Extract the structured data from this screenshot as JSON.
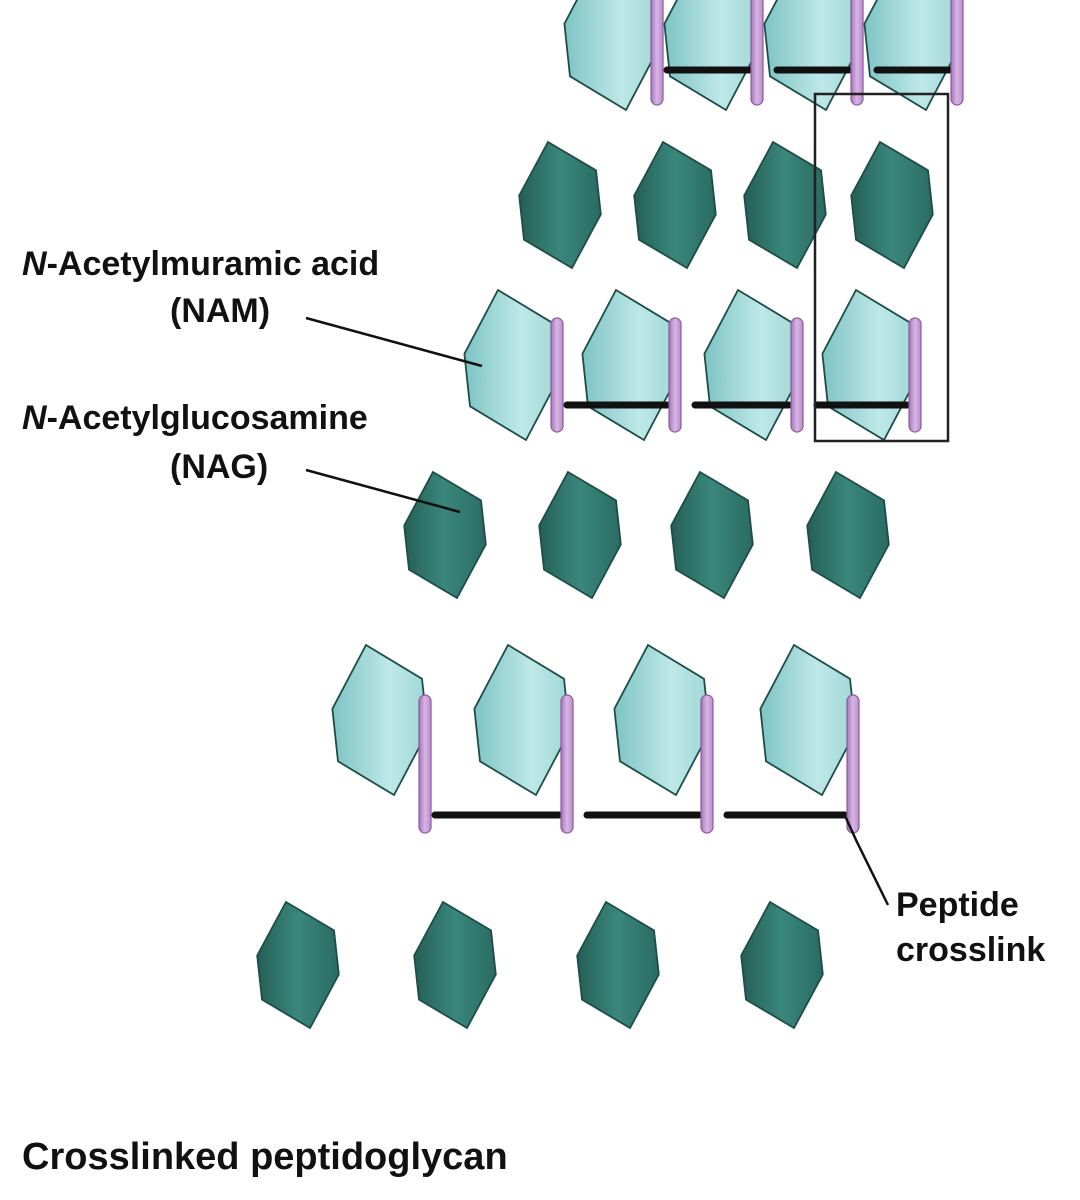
{
  "labels": {
    "nam": {
      "italic": "N",
      "rest": "-Acetylmuramic acid",
      "abbr": "(NAM)"
    },
    "nag": {
      "italic": "N",
      "rest": "-Acetylglucosamine",
      "abbr": "(NAG)"
    },
    "peptide": {
      "line1": "Peptide",
      "line2": "crosslink"
    }
  },
  "caption": "Crosslinked peptidoglycan",
  "colors": {
    "nam": "#9fd6d6",
    "nag": "#2f7a70",
    "peptide_rod": "#c79ad6",
    "crosslink": "#111111",
    "outline": "#1e4d47"
  }
}
